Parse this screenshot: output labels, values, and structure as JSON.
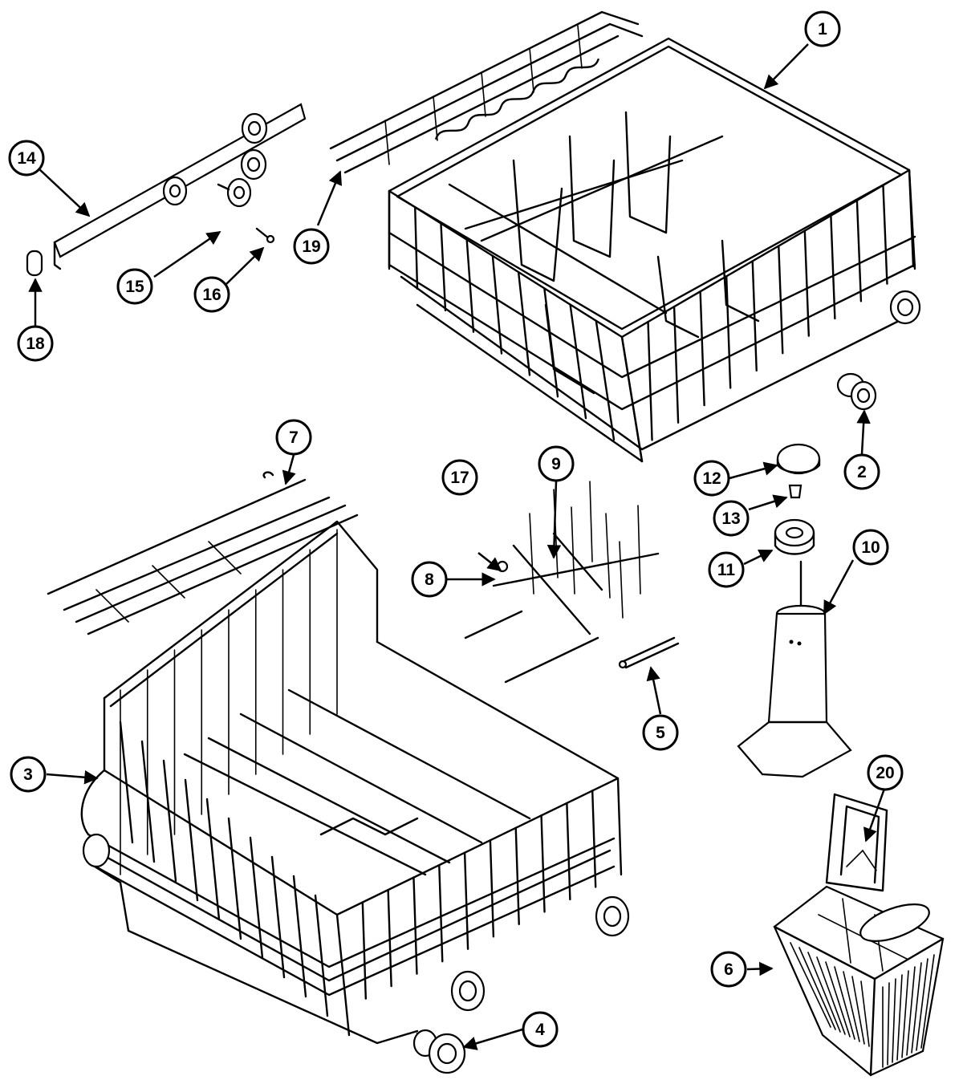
{
  "diagram": {
    "background": "#ffffff",
    "ink": "#000000",
    "parts": [
      {
        "id": "p1",
        "label": "1"
      },
      {
        "id": "p2",
        "label": "2"
      },
      {
        "id": "p3",
        "label": "3"
      },
      {
        "id": "p4",
        "label": "4"
      },
      {
        "id": "p5",
        "label": "5"
      },
      {
        "id": "p6",
        "label": "6"
      },
      {
        "id": "p7",
        "label": "7"
      },
      {
        "id": "p8",
        "label": "8"
      },
      {
        "id": "p9",
        "label": "9"
      },
      {
        "id": "p10",
        "label": "10"
      },
      {
        "id": "p11",
        "label": "11"
      },
      {
        "id": "p12",
        "label": "12"
      },
      {
        "id": "p13",
        "label": "13"
      },
      {
        "id": "p14",
        "label": "14"
      },
      {
        "id": "p15",
        "label": "15"
      },
      {
        "id": "p16",
        "label": "16"
      },
      {
        "id": "p17",
        "label": "17"
      },
      {
        "id": "p18",
        "label": "18"
      },
      {
        "id": "p19",
        "label": "19"
      },
      {
        "id": "p20",
        "label": "20"
      }
    ]
  }
}
